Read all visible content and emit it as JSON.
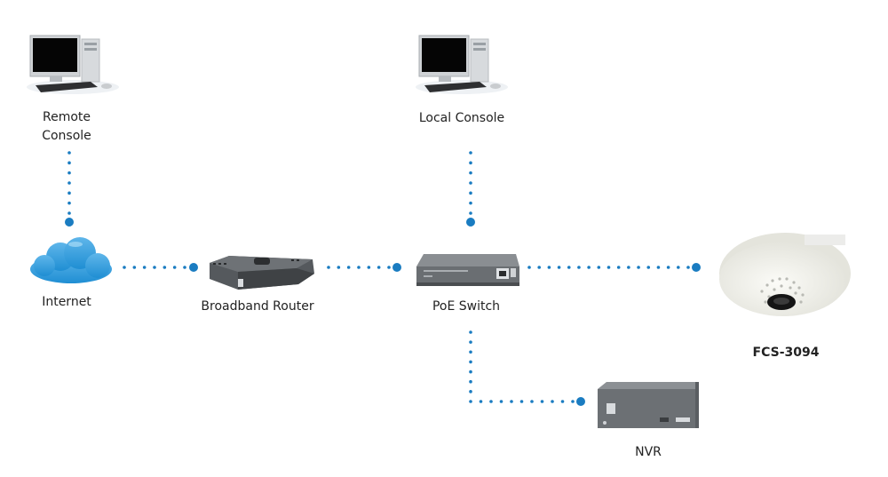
{
  "diagram": {
    "link_color": "#1a7cc1",
    "nodes": [
      {
        "id": "remote_console",
        "label_line1": "Remote",
        "label_line2": "Console",
        "icon": "desktop-computer-icon"
      },
      {
        "id": "local_console",
        "label": "Local Console",
        "icon": "desktop-computer-icon"
      },
      {
        "id": "internet",
        "label": "Internet",
        "icon": "cloud-icon"
      },
      {
        "id": "router",
        "label": "Broadband Router",
        "icon": "router-icon"
      },
      {
        "id": "poe_switch",
        "label": "PoE Switch",
        "icon": "network-switch-icon"
      },
      {
        "id": "camera",
        "label": "FCS-3094",
        "icon": "fisheye-dome-camera-icon"
      },
      {
        "id": "nvr",
        "label": "NVR",
        "icon": "nvr-recorder-icon"
      }
    ],
    "links": [
      {
        "from": "remote_console",
        "to": "internet"
      },
      {
        "from": "internet",
        "to": "router"
      },
      {
        "from": "router",
        "to": "poe_switch"
      },
      {
        "from": "local_console",
        "to": "poe_switch"
      },
      {
        "from": "poe_switch",
        "to": "camera"
      },
      {
        "from": "poe_switch",
        "to": "nvr"
      }
    ]
  }
}
